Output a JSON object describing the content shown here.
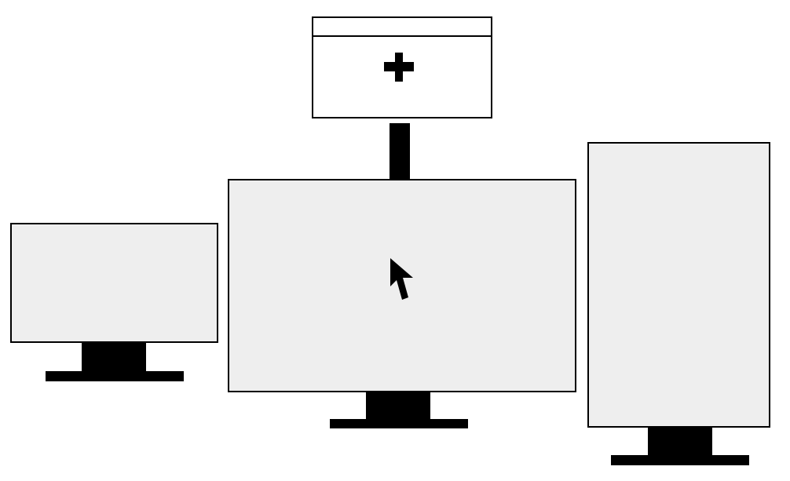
{
  "colors": {
    "screen_fill": "#eeeeee",
    "window_fill": "#ffffff",
    "outline": "#000000",
    "stand": "#000000"
  },
  "icons": {
    "window": "plus-icon",
    "arrow": "arrow-down-icon",
    "pointer": "mouse-cursor-icon"
  },
  "monitors": [
    {
      "role": "left-monitor",
      "orientation": "landscape"
    },
    {
      "role": "center-monitor",
      "orientation": "landscape"
    },
    {
      "role": "right-monitor",
      "orientation": "portrait"
    }
  ]
}
